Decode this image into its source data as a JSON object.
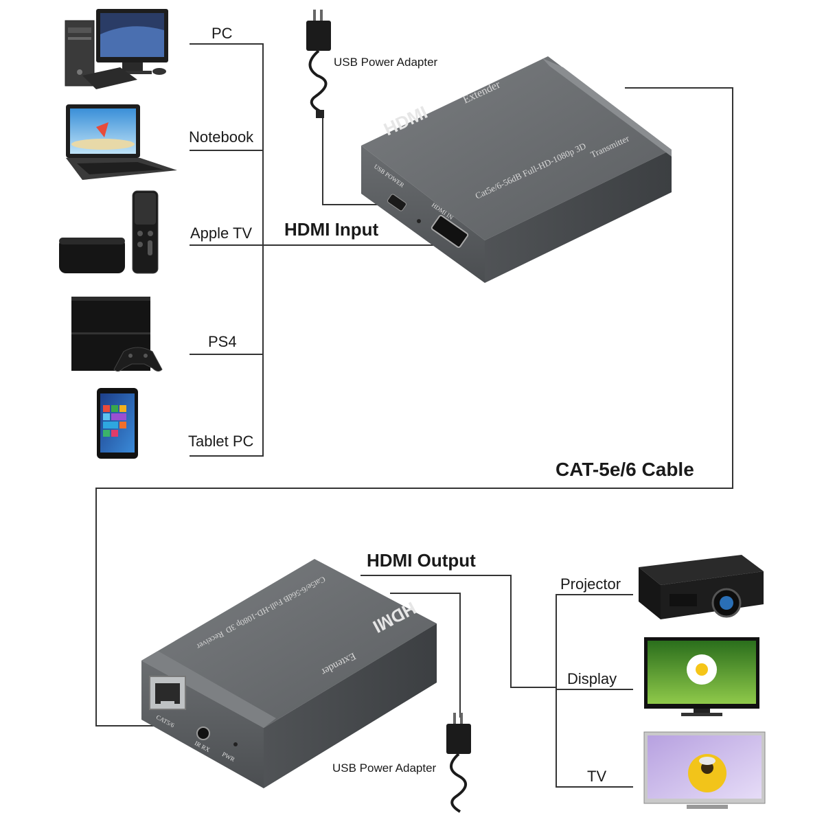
{
  "sources": [
    "PC",
    "Notebook",
    "Apple TV",
    "PS4",
    "Tablet PC"
  ],
  "displays": [
    "Projector",
    "Display",
    "TV"
  ],
  "hdmi_input": "HDMI Input",
  "hdmi_output": "HDMI Output",
  "cable_label": "CAT-5e/6 Cable",
  "power_adapter_top": "USB Power Adapter",
  "power_adapter_bottom": "USB Power Adapter",
  "transmitter": {
    "brand": "HDMI",
    "line1": "Extender",
    "line2": "Cat5e/6-56dB Full-HD-1080p 3D",
    "line3": "Transmitter",
    "port_usb": "USB POWER",
    "port_hdmi": "HDMI IN"
  },
  "receiver": {
    "brand": "HDMI",
    "line1": "Extender",
    "line2": "Cat5e/6-56dB Full-HD-1080p 3D",
    "line3": "Receiver",
    "port_rj45": "CAT5/6",
    "port_ir": "IR RX",
    "port_pwr": "PWR"
  },
  "colors": {
    "device_dark": "#5a5d60",
    "device_top": "#6c6f72",
    "line": "#333333",
    "accent_blue": "#2a7bd6"
  }
}
